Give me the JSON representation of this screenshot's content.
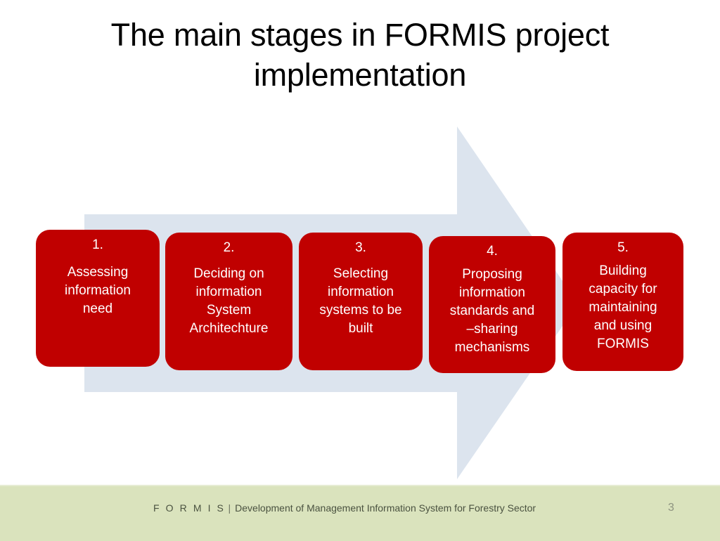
{
  "slide": {
    "title": "The main stages in FORMIS project implementation",
    "background_color": "#ffffff",
    "box_color": "#c00000",
    "arrow_color": "#dce4ee",
    "footer_band_color": "#dae3bd"
  },
  "diagram": {
    "type": "process-arrow",
    "shape": "right-arrow",
    "stage_count": 5,
    "stages": [
      {
        "number": "1.",
        "text": "Assessing\ninformation\nneed"
      },
      {
        "number": "2.",
        "text": "Deciding on\ninformation\nSystem\nArchitechture"
      },
      {
        "number": "3.",
        "text": "Selecting\ninformation\nsystems to be\nbuilt"
      },
      {
        "number": "4.",
        "text": "Proposing\ninformation\nstandards and\n–sharing\nmechanisms"
      },
      {
        "number": "5.",
        "text": "Building\ncapacity for\nmaintaining\nand using\nFORMIS"
      }
    ]
  },
  "footer": {
    "brand": "F O R M I S",
    "separator": "|",
    "tagline": "Development of Management Information System for Forestry Sector",
    "page_number": "3"
  }
}
